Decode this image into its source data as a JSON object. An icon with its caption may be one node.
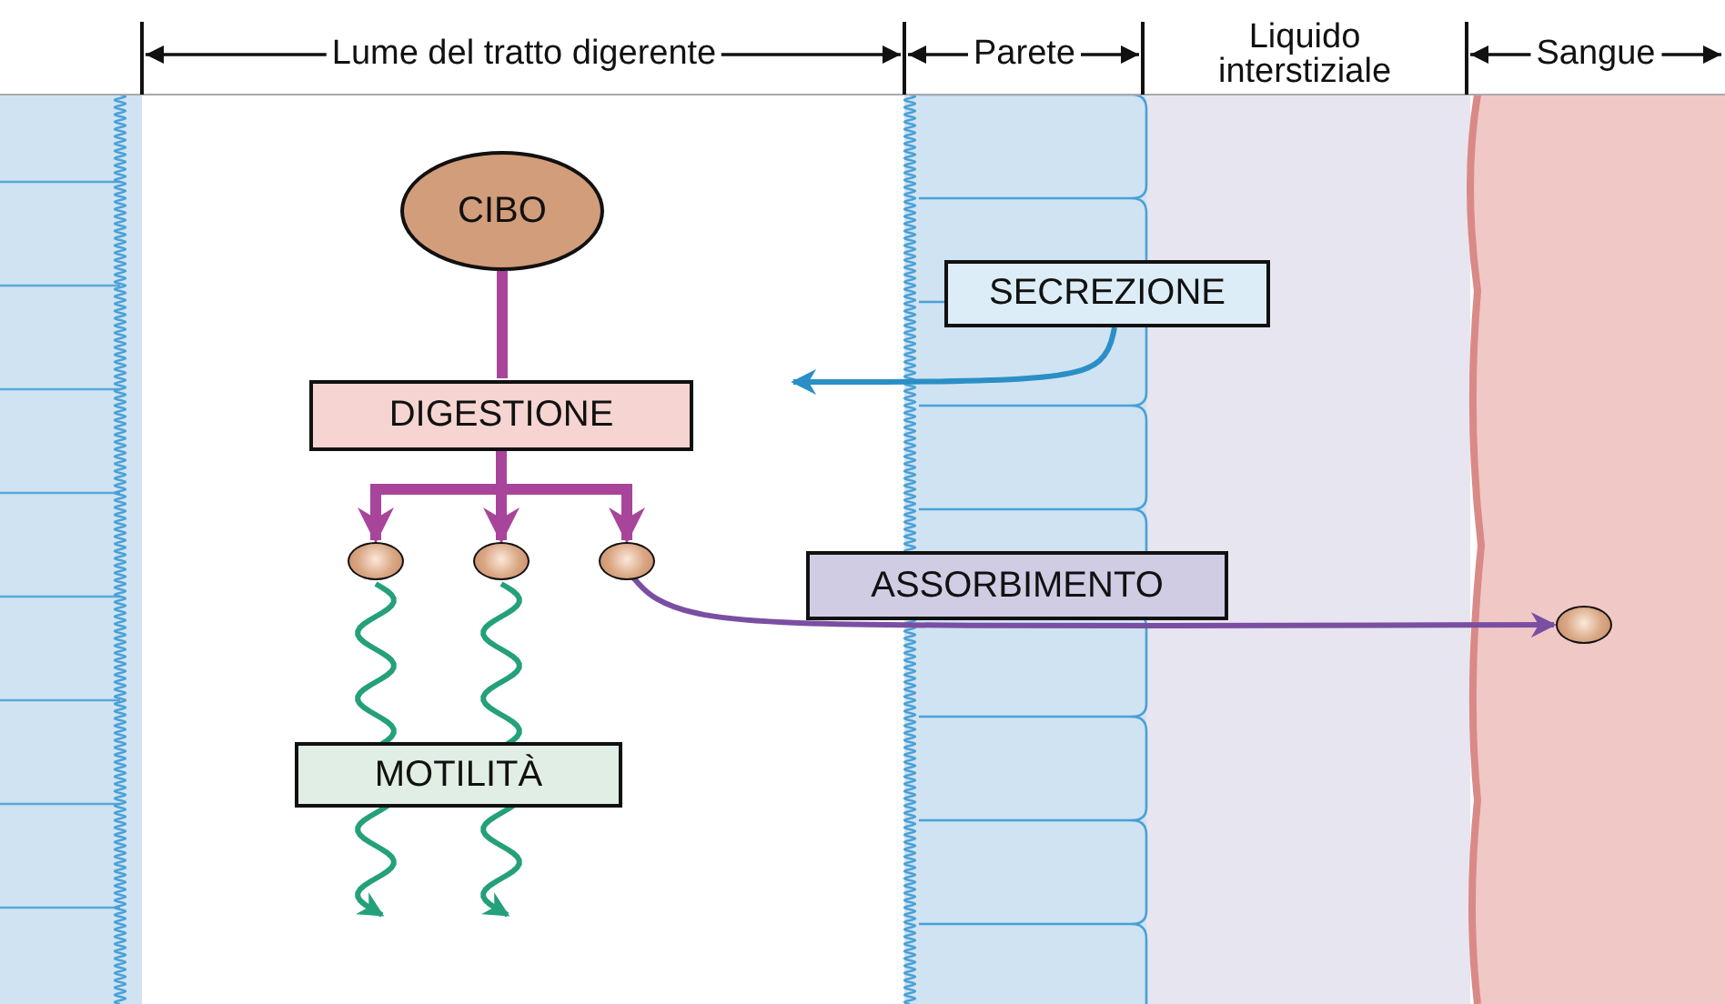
{
  "diagram": {
    "nodes": [
      {
        "text": [
          "CIBO"
        ]
      },
      {
        "text": [
          "DIGESTIONE"
        ]
      },
      {
        "text": [
          "SECREZIONE"
        ]
      },
      {
        "text": [],
        "shape": "circle"
      },
      {
        "text": [],
        "shape": "circle"
      },
      {
        "text": [],
        "shape": "circle"
      },
      {
        "text": [
          "ASSORBIMENTO"
        ]
      },
      {
        "text": [
          "MOTILITÀ"
        ]
      },
      {
        "text": [],
        "shape": "circle"
      }
    ],
    "edges": [
      {
        "from": 0,
        "to": 1,
        "arrow": "none",
        "style": "thick"
      },
      {
        "from": 1,
        "to": 3,
        "arrow": "to",
        "style": "thick"
      },
      {
        "from": 1,
        "to": 4,
        "arrow": "to",
        "style": "thick"
      },
      {
        "from": 1,
        "to": 5,
        "arrow": "to",
        "style": "thick"
      },
      {
        "from": 2,
        "to": null,
        "arrow": "to",
        "color": "#2b8fc6"
      },
      {
        "from": 5,
        "to": 8,
        "arrow": "to",
        "color": "#7a4fa3"
      },
      {
        "from": 3,
        "to": null,
        "arrow": "to",
        "color": "#24a07a"
      },
      {
        "from": 4,
        "to": null,
        "arrow": "to",
        "color": "#24a07a"
      }
    ],
    "labels": [
      "Lume del tratto digerente",
      "Parete",
      "Liquido interstiziale",
      "Sangue"
    ]
  }
}
